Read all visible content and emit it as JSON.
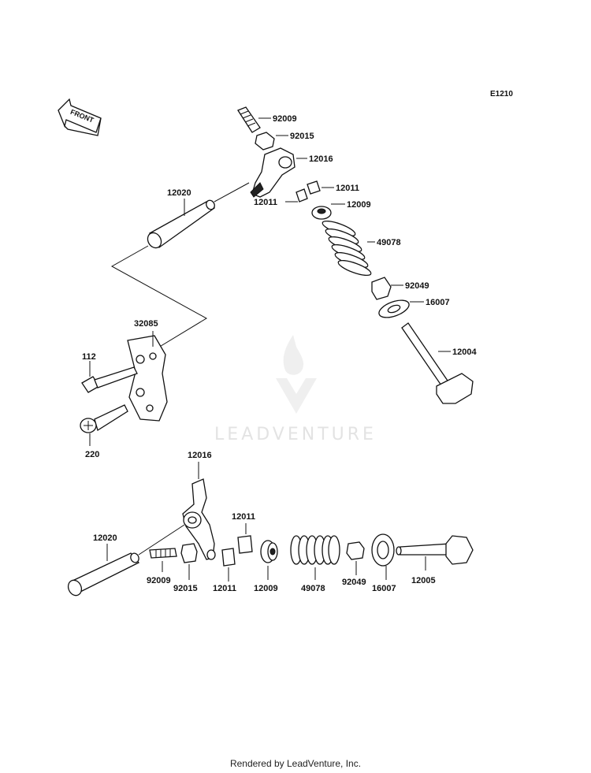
{
  "diagram": {
    "ref_code": "E1210",
    "front_label": "FRONT",
    "watermark": "LEADVENTURE",
    "footer": "Rendered by LeadVenture, Inc.",
    "labels": {
      "upper": {
        "p92009": "92009",
        "p92015": "92015",
        "p12016": "12016",
        "p12011a": "12011",
        "p12011b": "12011",
        "p12009": "12009",
        "p49078": "49078",
        "p92049": "92049",
        "p16007": "16007",
        "p12004": "12004",
        "p12020": "12020",
        "p32085": "32085",
        "p112": "112",
        "p220": "220"
      },
      "lower": {
        "p12016": "12016",
        "p12011a": "12011",
        "p12020": "12020",
        "p92009": "92009",
        "p92015": "92015",
        "p12011b": "12011",
        "p12009": "12009",
        "p49078": "49078",
        "p92049": "92049",
        "p16007": "16007",
        "p12005": "12005"
      }
    }
  }
}
